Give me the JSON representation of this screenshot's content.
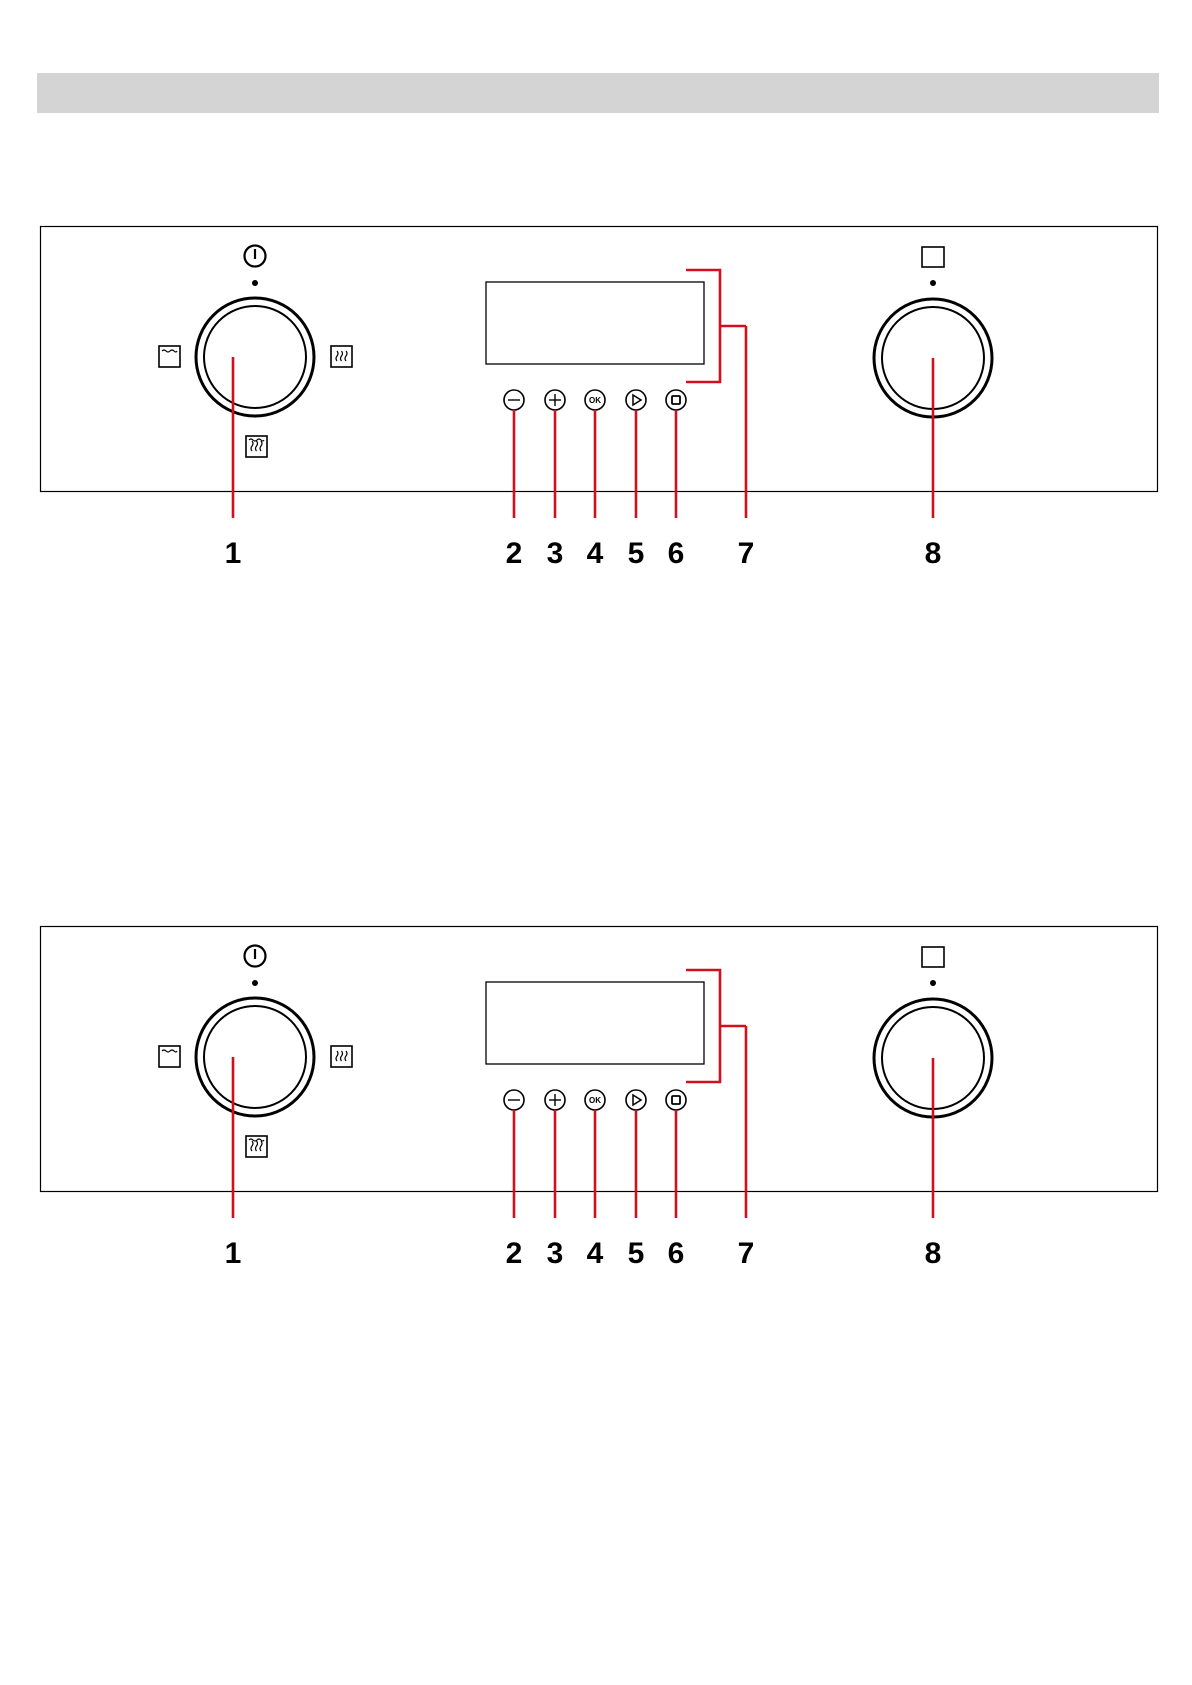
{
  "colors": {
    "header_bar": "#d4d4d4",
    "callout_line": "#d0101c",
    "panel_border": "#000000"
  },
  "icons": {
    "power": "power-icon",
    "conventional": "conventional-heat-icon",
    "grill": "grill-icon",
    "bottom_heat": "bottom-heat-icon",
    "light": "lamp-icon",
    "minus": "minus-icon",
    "plus": "plus-icon",
    "start": "play-icon",
    "stop": "stop-icon"
  },
  "ok_button_text": "OK",
  "callouts": [
    "1",
    "2",
    "3",
    "4",
    "5",
    "6",
    "7",
    "8"
  ],
  "diagrams": [
    {
      "id": "diagram-1"
    },
    {
      "id": "diagram-2"
    }
  ]
}
